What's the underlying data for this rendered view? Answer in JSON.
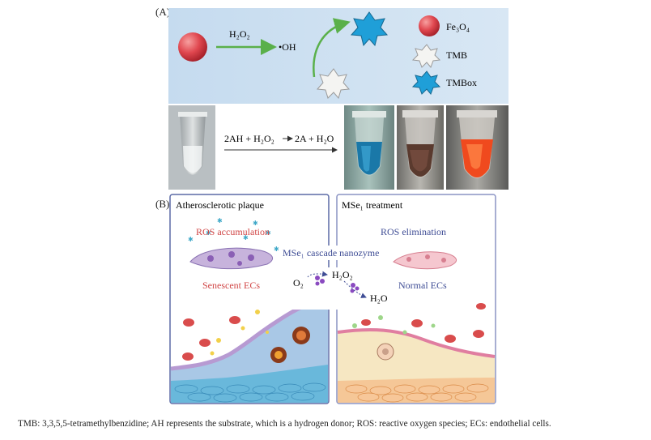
{
  "panel_a": {
    "label": "(A)",
    "reaction_top": {
      "reagent": "H₂O₂",
      "product": "•OH"
    },
    "legend": [
      {
        "label": "Fe₃O₄",
        "icon": "red-sphere-icon"
      },
      {
        "label": "TMB",
        "icon": "white-star-icon"
      },
      {
        "label": "TMBox",
        "icon": "blue-star-icon"
      }
    ],
    "reaction_bottom": {
      "lhs": "2AH + H₂O₂",
      "rhs": "2A + H₂O"
    },
    "colors": {
      "banner": "#cfe1f1",
      "fe3o4": "#e0474f",
      "tmbox": "#1f9fd8",
      "arrow": "#5ab04a"
    }
  },
  "panel_b": {
    "label": "(B)",
    "left": {
      "title": "Atherosclerotic plaque",
      "ros": "ROS accumulation",
      "cells": "Senescent ECs"
    },
    "right": {
      "title": "MSe₁ treatment",
      "ros": "ROS elimination",
      "cells": "Normal ECs"
    },
    "center": {
      "nanozyme": "MSe₁ cascade nanozyme",
      "o2": "O₂",
      "h2o2": "H₂O₂",
      "h2o": "H₂O"
    },
    "colors": {
      "left_bg": "#a9c8e6",
      "right_bg": "#f6e7c2",
      "frame": "#5b6aa6",
      "ros_red": "#d04545",
      "label_blue": "#3f4d95"
    }
  },
  "caption": "TMB: 3,3,5,5-tetramethylbenzidine; AH represents the substrate, which is a hydrogen donor; ROS:  reactive oxygen species; ECs: endothelial cells."
}
